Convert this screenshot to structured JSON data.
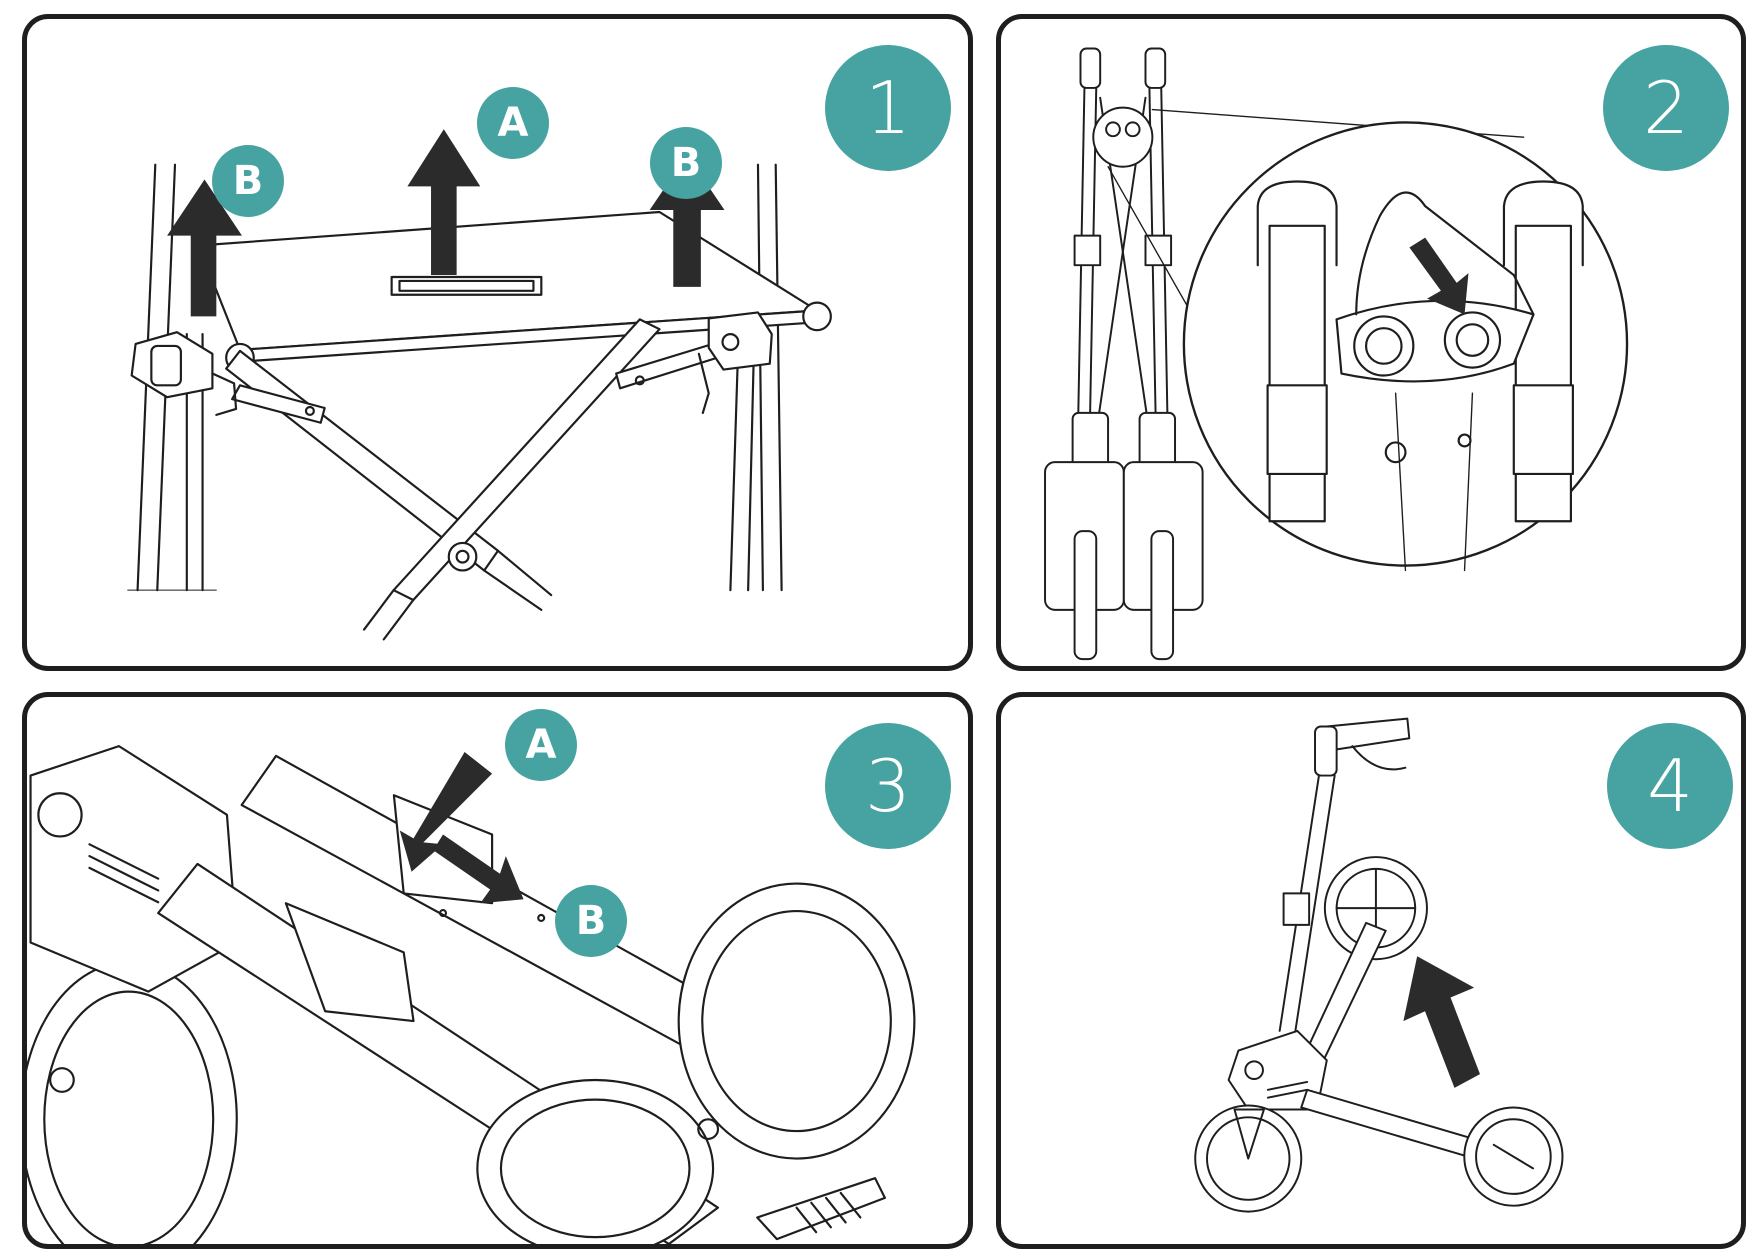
{
  "theme": {
    "accent": "#47a3a1",
    "line": "#1e1e1e",
    "arrow": "#2b2b2b"
  },
  "panels": [
    {
      "step": "1",
      "callouts": [
        "A",
        "B",
        "B"
      ]
    },
    {
      "step": "2",
      "callouts": []
    },
    {
      "step": "3",
      "callouts": [
        "A",
        "B"
      ]
    },
    {
      "step": "4",
      "callouts": []
    }
  ]
}
